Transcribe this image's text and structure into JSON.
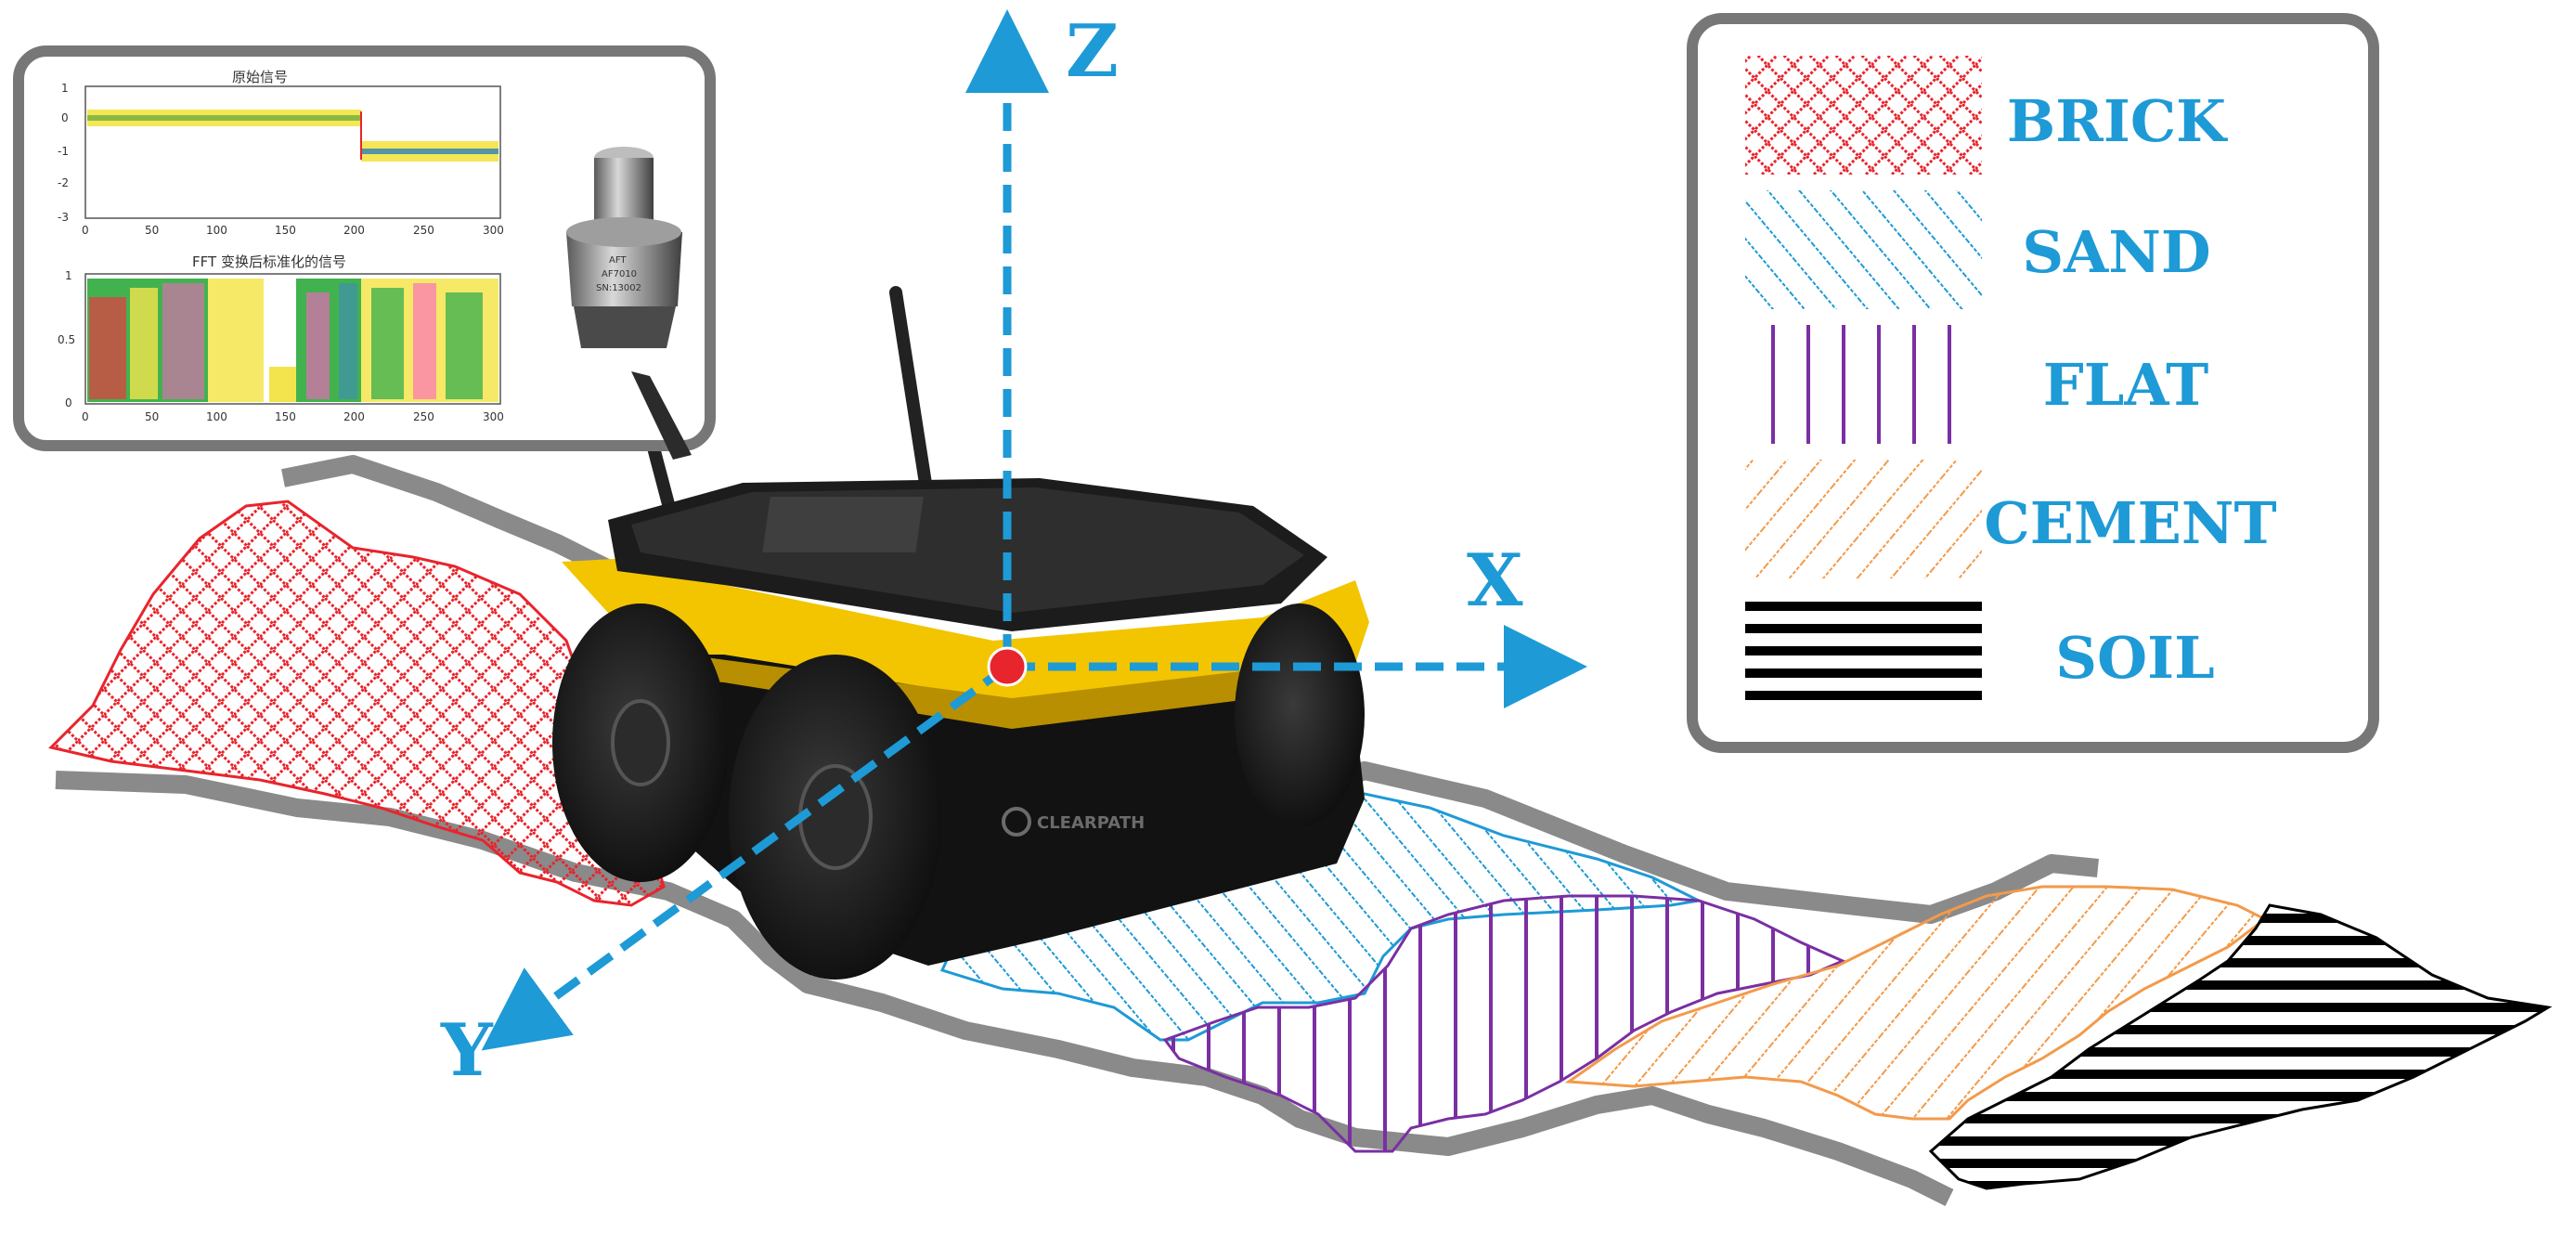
{
  "axes": {
    "x": "X",
    "y": "Y",
    "z": "Z"
  },
  "legend": {
    "items": [
      {
        "label": "BRICK",
        "pattern": "brick",
        "color": "#e8242c"
      },
      {
        "label": "SAND",
        "pattern": "sand",
        "color": "#1e9ad6"
      },
      {
        "label": "FLAT",
        "pattern": "flat",
        "color": "#7a2fa3"
      },
      {
        "label": "CEMENT",
        "pattern": "cement",
        "color": "#f39a4a"
      },
      {
        "label": "SOIL",
        "pattern": "soil",
        "color": "#000000"
      }
    ]
  },
  "inset": {
    "plot1": {
      "title": "原始信号",
      "yticks": [
        "1",
        "0",
        "-1",
        "-2",
        "-3"
      ],
      "xticks": [
        "0",
        "50",
        "100",
        "150",
        "200",
        "250",
        "300"
      ]
    },
    "plot2": {
      "title": "FFT 变换后标准化的信号",
      "yticks": [
        "1",
        "0.5",
        "0"
      ],
      "xticks": [
        "0",
        "50",
        "100",
        "150",
        "200",
        "250",
        "300"
      ]
    },
    "sensor": {
      "model": "AF7010",
      "serial": "SN:13002",
      "logo": "AFT"
    }
  },
  "robot": {
    "brand": "CLEARPATH"
  },
  "colors": {
    "accent": "#1e9ad6",
    "origin": "#e8242c",
    "robot_yellow": "#f2c500",
    "road_gray": "#8a8a8a"
  }
}
